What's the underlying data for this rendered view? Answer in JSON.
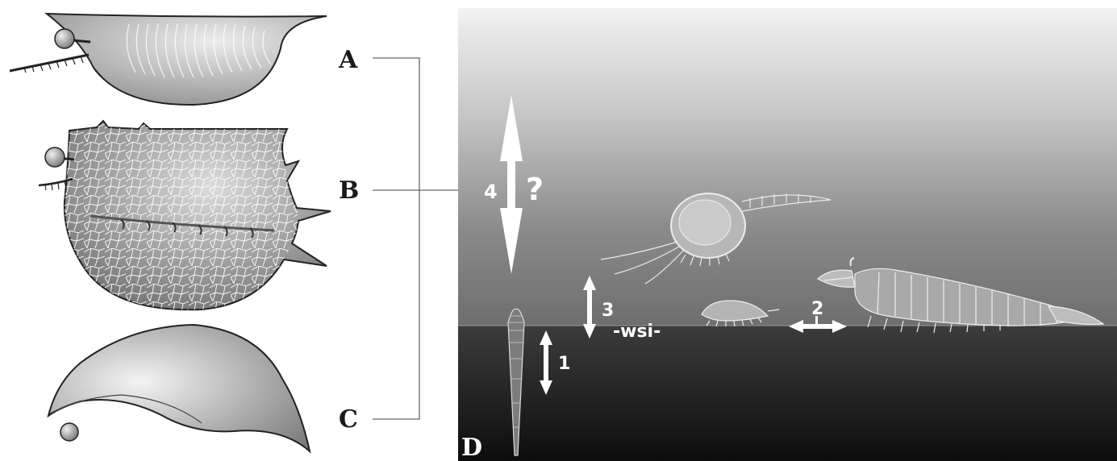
{
  "figure": {
    "panel_labels": {
      "a": "A",
      "b": "B",
      "c": "C",
      "d": "D"
    },
    "annotations": {
      "arrow1": "1",
      "arrow2": "2",
      "arrow3": "3",
      "arrow4": "4",
      "question": "?",
      "wsi": "-wsi-"
    }
  }
}
